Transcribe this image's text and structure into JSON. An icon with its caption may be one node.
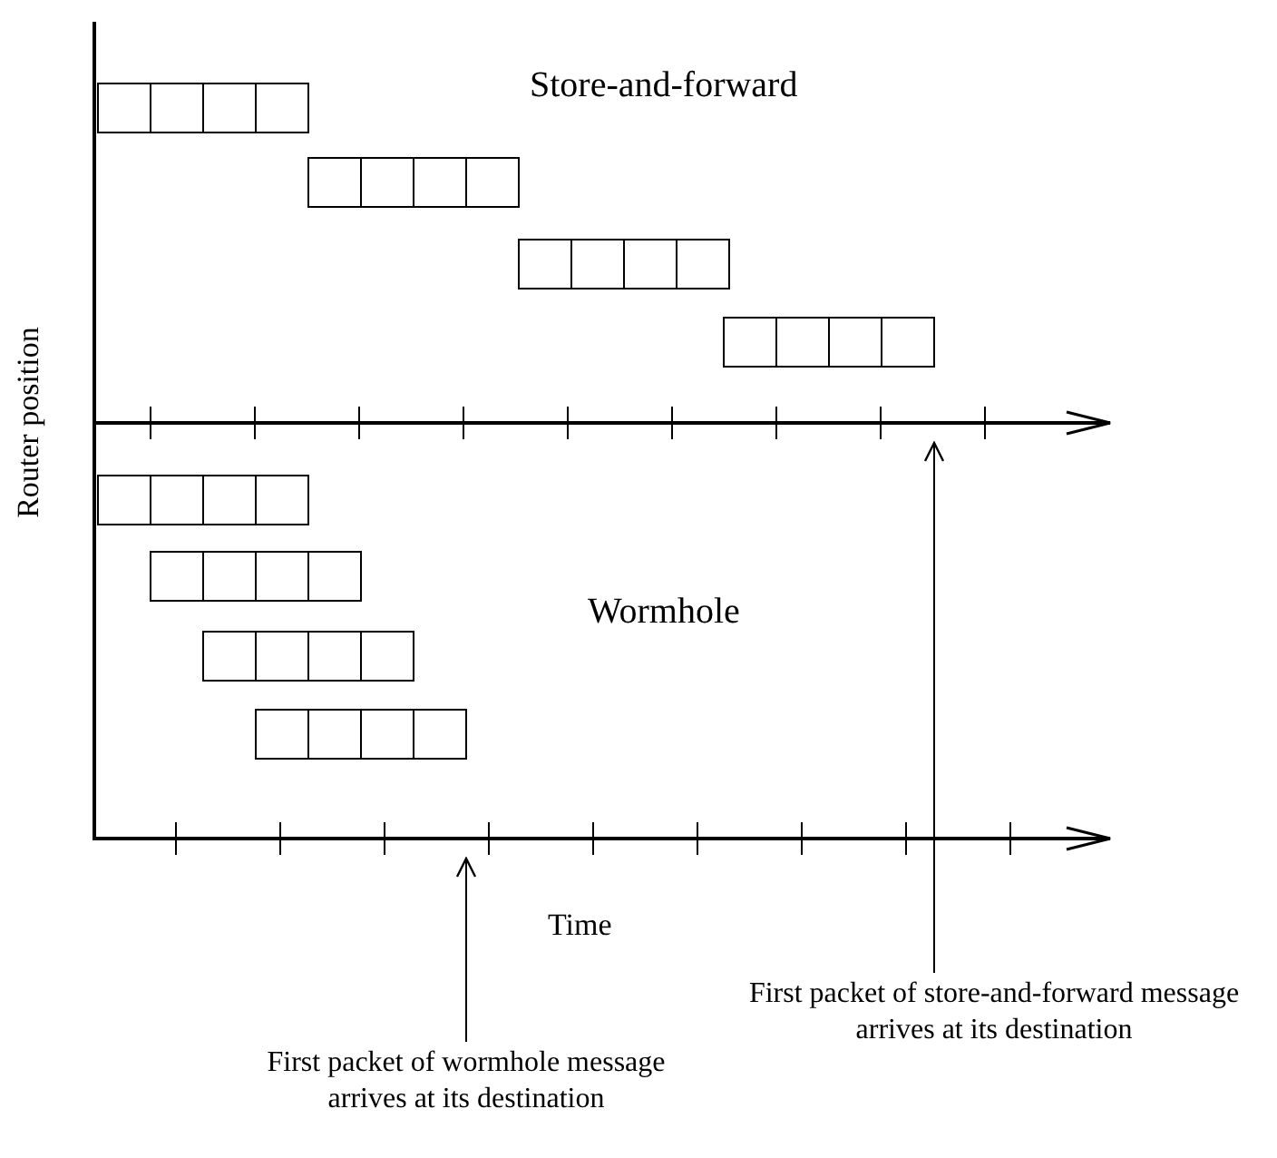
{
  "diagram": {
    "nodes": [
      {
        "text": [],
        "shape": "arrow"
      },
      {
        "text": [],
        "shape": "arrow"
      },
      {
        "text": [
          "First packet of store-and-forward message arrives at its destination"
        ]
      },
      {
        "text": [
          "First packet of wormhole message arrives at its destination"
        ]
      }
    ],
    "edges": [
      {
        "from": 2,
        "to": 0,
        "arrow": "to"
      },
      {
        "from": 3,
        "to": 1,
        "arrow": "to"
      }
    ],
    "labels": [
      "Store-and-forward",
      "Router position",
      "Wormhole",
      "Time"
    ]
  }
}
